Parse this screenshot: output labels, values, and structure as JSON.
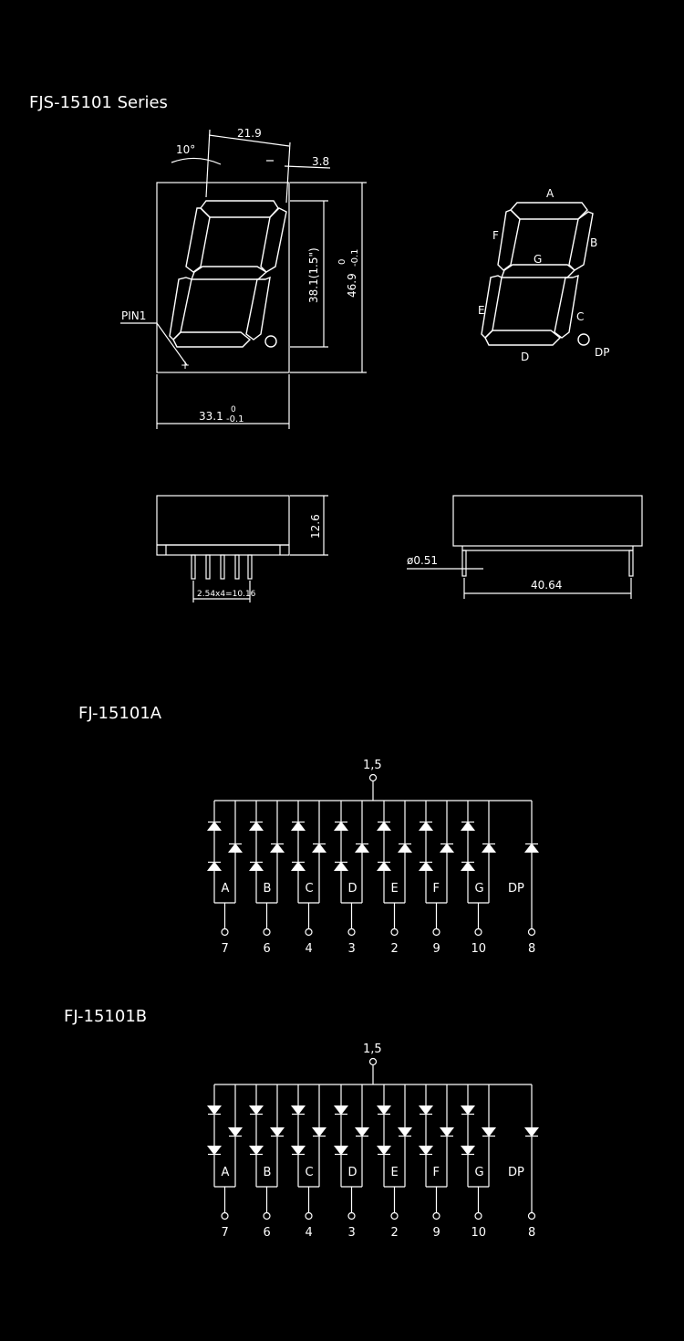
{
  "series_title": "FJS-15101  Series",
  "front_view": {
    "angle_label": "10°",
    "top_width": "21.9",
    "seg_thickness": "3.8",
    "digit_height": "38.1(1.5\")",
    "total_height_main": "46.9",
    "total_height_upper": "0",
    "total_height_lower": "-0.1",
    "width_main": "33.1",
    "width_upper": "0",
    "width_lower": "-0.1",
    "pin1_label": "PIN1"
  },
  "segment_map": {
    "labels": {
      "a": "A",
      "b": "B",
      "c": "C",
      "d": "D",
      "e": "E",
      "f": "F",
      "g": "G",
      "dp": "DP"
    }
  },
  "side_view": {
    "thickness": "12.6",
    "pitch": "2.54x4=10.16"
  },
  "end_view": {
    "pin_dia": "ø0.51",
    "row_spacing": "40.64"
  },
  "circuit_a": {
    "title": "FJ-15101A",
    "common_pins": "1,5",
    "segments": [
      "A",
      "B",
      "C",
      "D",
      "E",
      "F",
      "G"
    ],
    "dp": "DP",
    "pins": [
      "7",
      "6",
      "4",
      "3",
      "2",
      "9",
      "10",
      "8"
    ],
    "diode_direction": "up",
    "common": "anode/cathode at top"
  },
  "circuit_b": {
    "title": "FJ-15101B",
    "common_pins": "1,5",
    "segments": [
      "A",
      "B",
      "C",
      "D",
      "E",
      "F",
      "G"
    ],
    "dp": "DP",
    "pins": [
      "7",
      "6",
      "4",
      "3",
      "2",
      "9",
      "10",
      "8"
    ],
    "diode_direction": "down"
  }
}
